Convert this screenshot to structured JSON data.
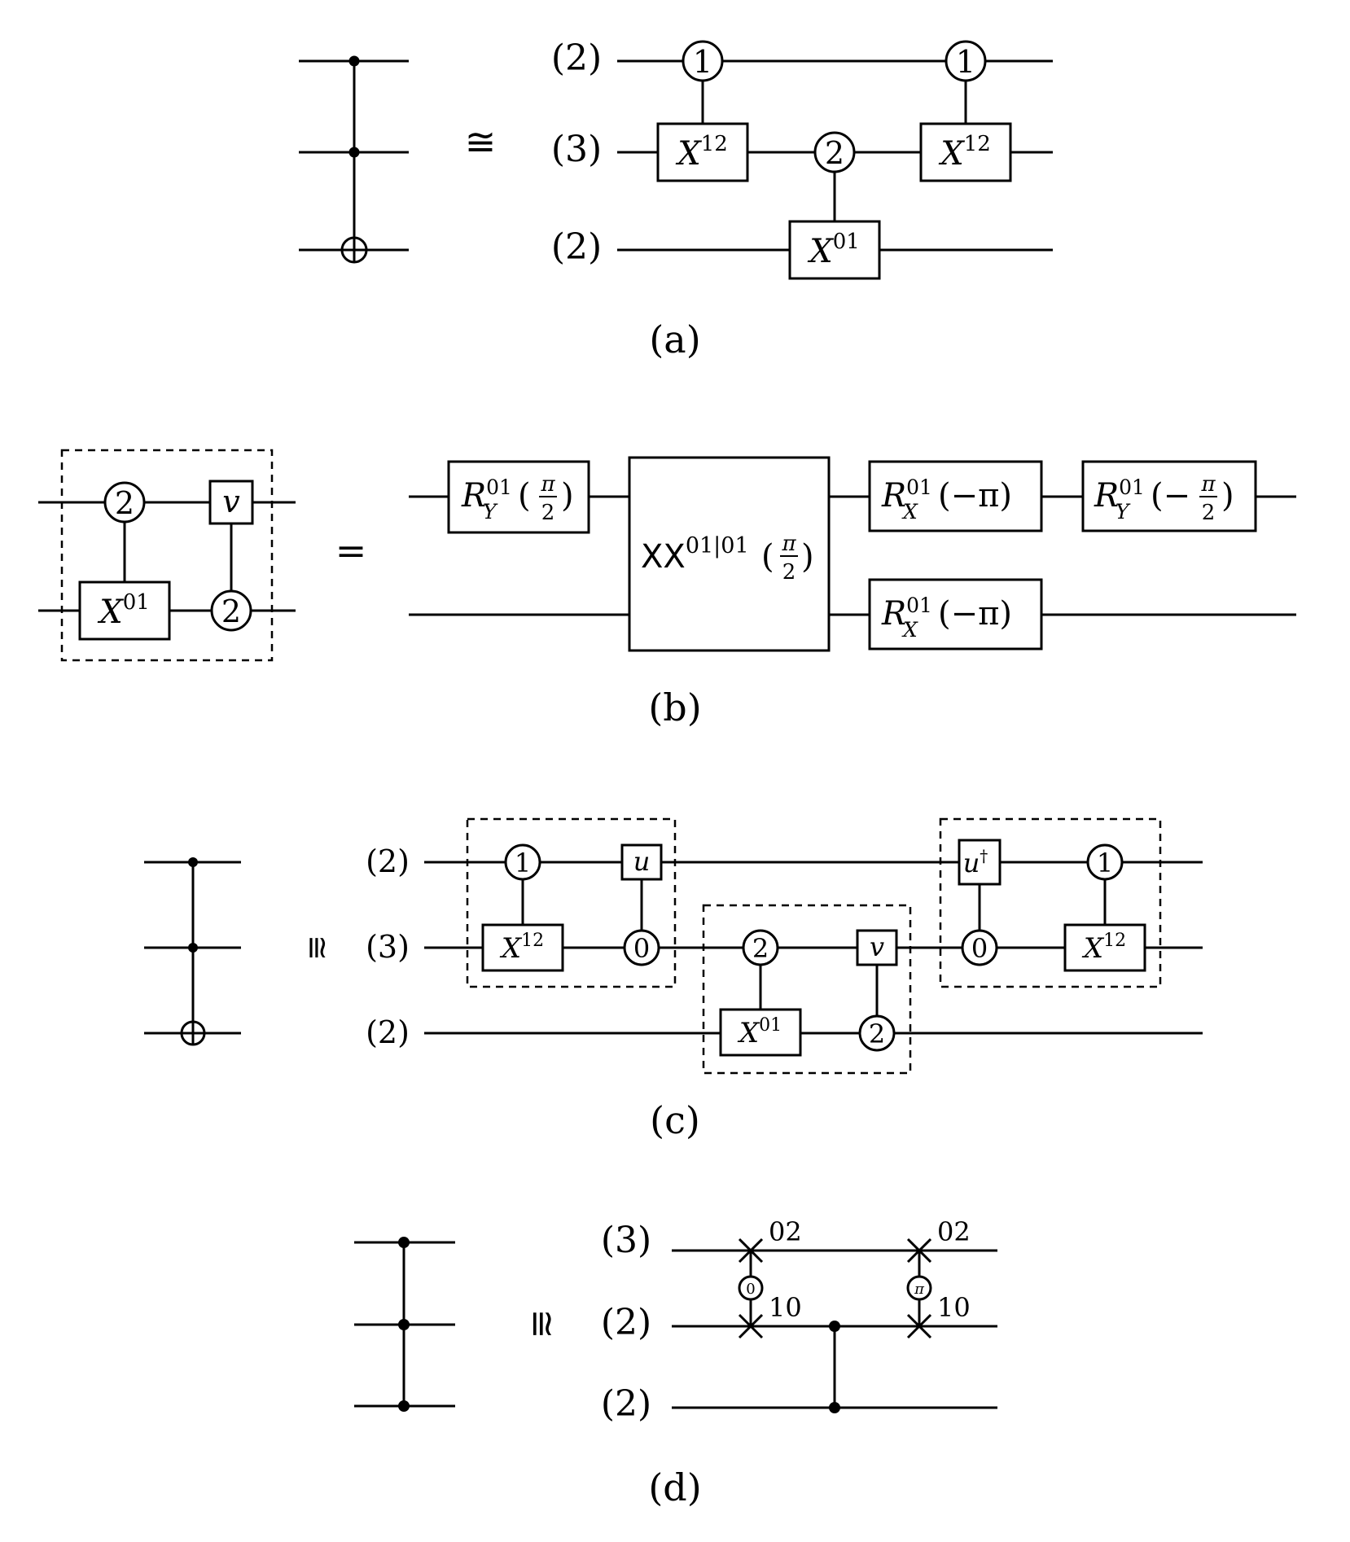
{
  "relations": {
    "congruent": "≅",
    "equals": "="
  },
  "captions": {
    "a": "(a)",
    "b": "(b)",
    "c": "(c)",
    "d": "(d)"
  },
  "panel_a": {
    "dims": [
      "(2)",
      "(3)",
      "(2)"
    ],
    "gate_x12": {
      "base": "X",
      "sup": "12"
    },
    "gate_x01": {
      "base": "X",
      "sup": "01"
    },
    "control_1": "1",
    "control_2": "2"
  },
  "panel_b": {
    "left_control_2": "2",
    "left_gate_x01": {
      "base": "X",
      "sup": "01"
    },
    "left_gate_v": "v",
    "ry_pos": {
      "base": "R",
      "sup": "01",
      "sub": "Y",
      "arg_open": "(",
      "num": "π",
      "den": "2",
      "arg_close": ")"
    },
    "xx_gate": {
      "base": "XX",
      "sup": "01|01",
      "arg_open": "(",
      "num": "π",
      "den": "2",
      "arg_close": ")"
    },
    "rx_top": {
      "base": "R",
      "sup": "01",
      "sub": "X",
      "arg": "(−π)"
    },
    "ry_neg": {
      "base": "R",
      "sup": "01",
      "sub": "Y",
      "arg_open": "(−",
      "num": "π",
      "den": "2",
      "arg_close": ")"
    },
    "rx_bottom": {
      "base": "R",
      "sup": "01",
      "sub": "X",
      "arg": "(−π)"
    }
  },
  "panel_c": {
    "dims": [
      "(2)",
      "(3)",
      "(2)"
    ],
    "control_1": "1",
    "control_0": "0",
    "control_2": "2",
    "gate_x12": {
      "base": "X",
      "sup": "12"
    },
    "gate_x01": {
      "base": "X",
      "sup": "01"
    },
    "gate_u": "u",
    "gate_v": "v",
    "gate_u_dagger": {
      "base": "u",
      "sup": "†"
    }
  },
  "panel_d": {
    "dims": [
      "(3)",
      "(2)",
      "(2)"
    ],
    "swap_top_label": "02",
    "swap_bottom_label": "10",
    "phase_first": "0",
    "phase_second": "π"
  }
}
